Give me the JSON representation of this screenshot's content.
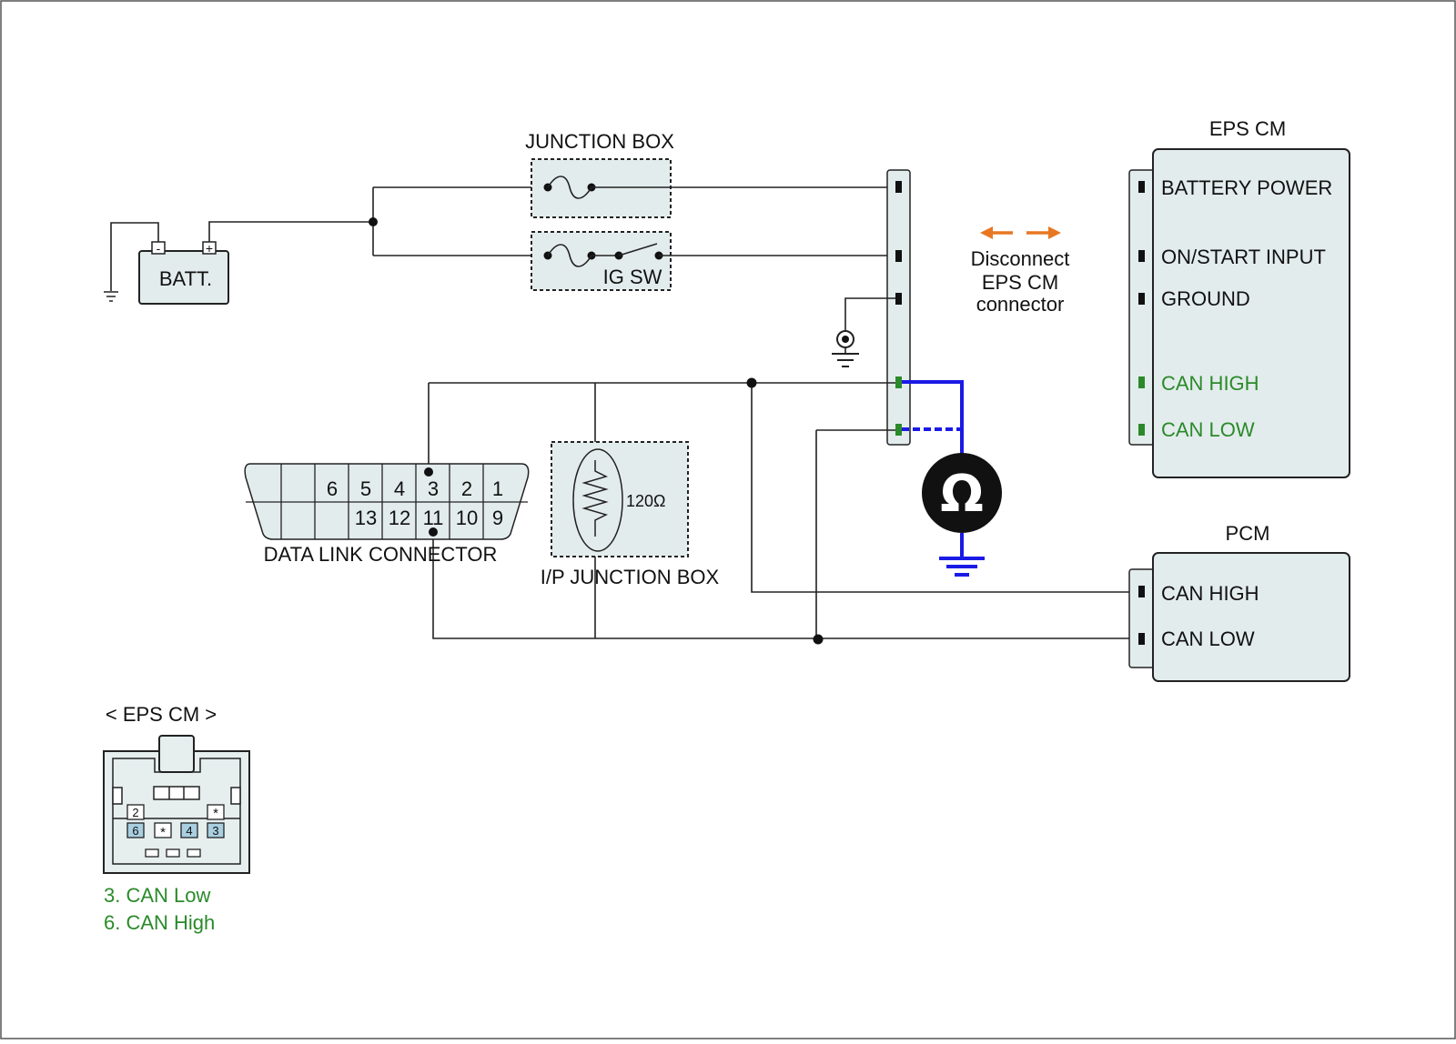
{
  "eps_cm": {
    "title": "EPS CM",
    "pins": [
      {
        "label": "BATTERY POWER",
        "color": "#111111"
      },
      {
        "label": "ON/START INPUT",
        "color": "#111111"
      },
      {
        "label": "GROUND",
        "color": "#111111"
      },
      {
        "label": "CAN HIGH",
        "color": "#2a8a2a"
      },
      {
        "label": "CAN LOW",
        "color": "#2a8a2a"
      }
    ]
  },
  "pcm": {
    "title": "PCM",
    "pins": [
      {
        "label": "CAN HIGH"
      },
      {
        "label": "CAN LOW"
      }
    ]
  },
  "junction_box": {
    "title": "JUNCTION BOX",
    "ig_sw": "IG SW"
  },
  "battery": {
    "label": "BATT.",
    "neg": "-",
    "pos": "+"
  },
  "disconnect_note": [
    "Disconnect",
    "EPS CM",
    "connector"
  ],
  "ohmmeter_symbol": "Ω",
  "dlc": {
    "title": "DATA LINK CONNECTOR",
    "top_pins": [
      "6",
      "5",
      "4",
      "3",
      "2",
      "1"
    ],
    "bottom_pins": [
      "13",
      "12",
      "11",
      "10",
      "9"
    ]
  },
  "ip_junction_box": {
    "title": "I/P JUNCTION BOX",
    "resistor": "120Ω"
  },
  "connector_view": {
    "title": "< EPS CM >",
    "pins_top": [
      "2",
      "*"
    ],
    "pins_bottom": [
      "6",
      "*",
      "4",
      "3"
    ],
    "legend": [
      "3. CAN Low",
      "6. CAN High"
    ]
  },
  "colors": {
    "wire": "#222222",
    "measure_lead": "#1a1ae6",
    "arrow": "#e87722",
    "can_label": "#2a8a2a",
    "box_fill": "#e3ecec"
  }
}
